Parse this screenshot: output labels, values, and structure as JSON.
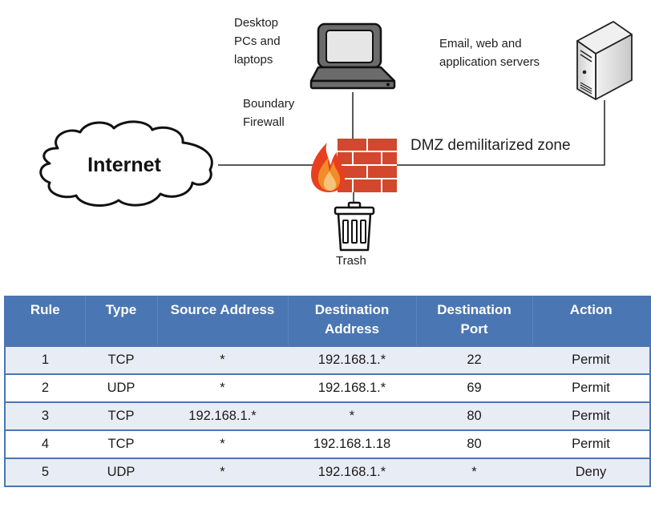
{
  "diagram": {
    "internet_label": "Internet",
    "desktop_label": [
      "Desktop",
      "PCs and",
      "laptops"
    ],
    "firewall_label": [
      "Boundary",
      "Firewall"
    ],
    "servers_label": [
      "Email, web and",
      "application servers"
    ],
    "dmz_label": "DMZ demilitarized zone",
    "trash_label": "Trash",
    "icons": [
      "cloud-icon",
      "laptop-icon",
      "firewall-icon",
      "flame-icon",
      "server-icon",
      "trash-icon"
    ],
    "colors": {
      "brick": "#d2472d",
      "flame_outer": "#e8401e",
      "flame_mid": "#f28c28",
      "flame_inner": "#f7c27a",
      "laptop_body": "#6b6b6b",
      "laptop_screen": "#e6e6e6"
    }
  },
  "table": {
    "headers": [
      "Rule",
      "Type",
      "Source Address",
      "Destination Address",
      "Destination Port",
      "Action"
    ],
    "header_lines": [
      [
        "Rule"
      ],
      [
        "Type"
      ],
      [
        "Source Address"
      ],
      [
        "Destination",
        "Address"
      ],
      [
        "Destination",
        "Port"
      ],
      [
        "Action"
      ]
    ],
    "rows": [
      [
        "1",
        "TCP",
        "*",
        "192.168.1.*",
        "22",
        "Permit"
      ],
      [
        "2",
        "UDP",
        "*",
        "192.168.1.*",
        "69",
        "Permit"
      ],
      [
        "3",
        "TCP",
        "192.168.1.*",
        "*",
        "80",
        "Permit"
      ],
      [
        "4",
        "TCP",
        "*",
        "192.168.1.18",
        "80",
        "Permit"
      ],
      [
        "5",
        "UDP",
        "*",
        "192.168.1.*",
        "*",
        "Deny"
      ]
    ],
    "colors": {
      "header_bg": "#4a76b3",
      "header_text": "#ffffff",
      "row_shaded": "#e8ecf4",
      "row_plain": "#ffffff"
    }
  }
}
